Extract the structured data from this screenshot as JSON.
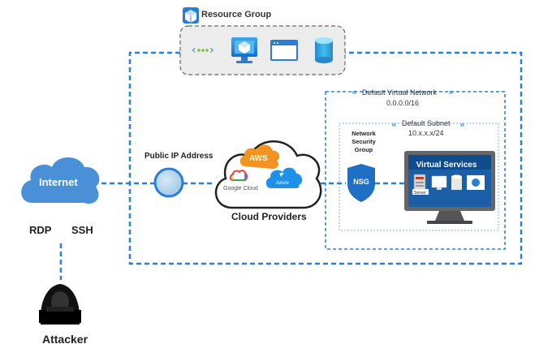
{
  "resource_group": {
    "title": "Resource Group",
    "icons": [
      "vnet-icon",
      "virtual-machine-icon",
      "app-window-icon",
      "storage-icon"
    ]
  },
  "virtual_network": {
    "title": "Default Virtual Network",
    "cidr": "0.0.0.0/16"
  },
  "subnet": {
    "title": "Default Subnet",
    "cidr": "10.x.x.x/24"
  },
  "nsg": {
    "caption": "Network Security Group",
    "label": "NSG"
  },
  "virtual_services": {
    "title": "Virtual Services",
    "server_label": "Server"
  },
  "public_ip": {
    "label": "Public IP Address"
  },
  "cloud": {
    "label": "Cloud Providers",
    "providers": {
      "aws": "AWS",
      "google": "Google Cloud",
      "azure": "Azure"
    }
  },
  "internet": {
    "label": "Internet"
  },
  "protocols": {
    "rdp": "RDP",
    "ssh": "SSH"
  },
  "attacker": {
    "label": "Attacker"
  },
  "colors": {
    "azure_blue": "#2b7cd3",
    "dashed_line": "#2f7fd0",
    "cloud_fill": "#4a90d9",
    "aws_orange": "#f29220",
    "monitor_gray": "#666666"
  }
}
